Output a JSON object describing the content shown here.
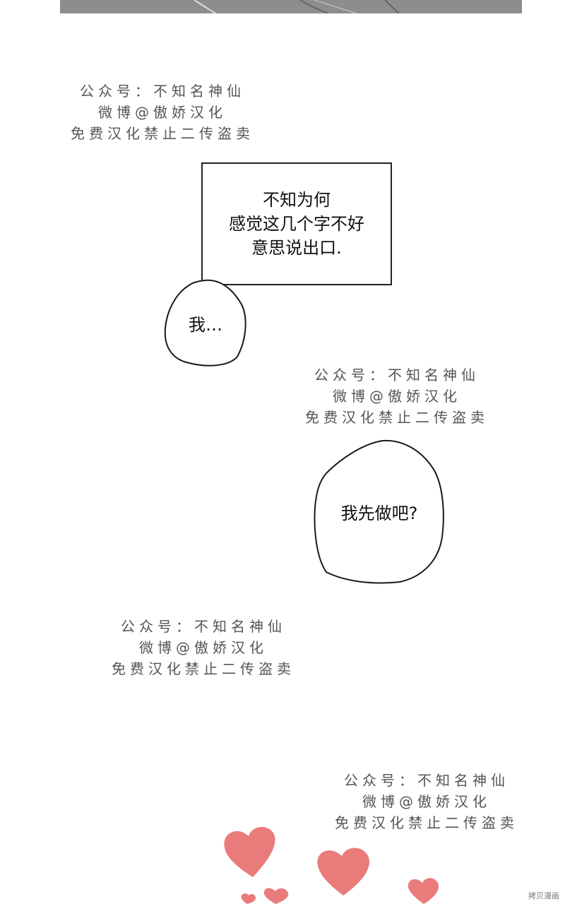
{
  "watermark": {
    "line1": "公众号：不知名神仙",
    "line2": "微博@傲娇汉化",
    "line3": "免费汉化禁止二传盗卖"
  },
  "caption": {
    "line1": "不知为何",
    "line2": "感觉这几个字不好",
    "line3": "意思说出口."
  },
  "bubbles": {
    "first": "我…",
    "second": "我先做吧?"
  },
  "corner_mark": "拷贝漫画",
  "colors": {
    "heart": "#ea7b7b",
    "panel": "#8a8a8a",
    "watermark": "#555555"
  }
}
